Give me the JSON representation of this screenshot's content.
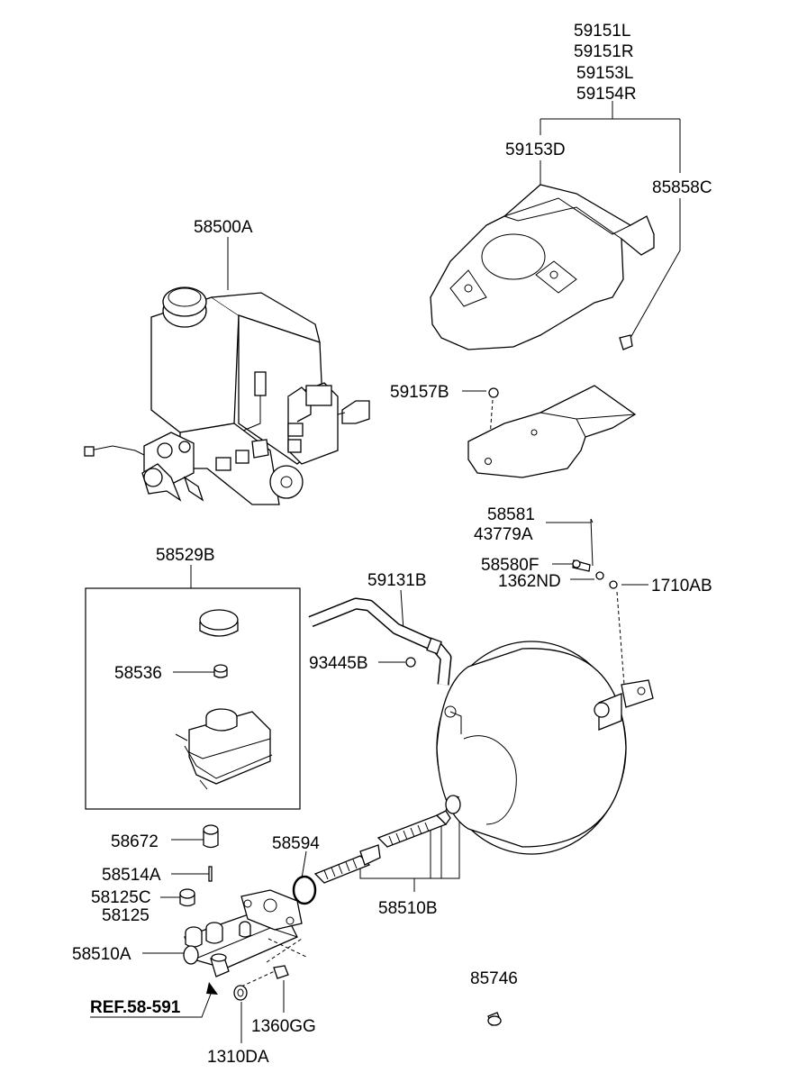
{
  "labels": {
    "p59151L": "59151L",
    "p59151R": "59151R",
    "p59153L": "59153L",
    "p59154R": "59154R",
    "p59153D": "59153D",
    "p85858C": "85858C",
    "p58500A": "58500A",
    "p59157B": "59157B",
    "p58581": "58581",
    "p43779A": "43779A",
    "p58580F": "58580F",
    "p1362ND": "1362ND",
    "p1710AB": "1710AB",
    "p58529B": "58529B",
    "p59131B": "59131B",
    "p58536": "58536",
    "p93445B": "93445B",
    "p58672": "58672",
    "p58594": "58594",
    "p58514A": "58514A",
    "p58125C": "58125C",
    "p58125": "58125",
    "p58510B": "58510B",
    "p58510A": "58510A",
    "p85746": "85746",
    "ref": "REF.58-591",
    "p1360GG": "1360GG",
    "p1310DA": "1310DA"
  }
}
